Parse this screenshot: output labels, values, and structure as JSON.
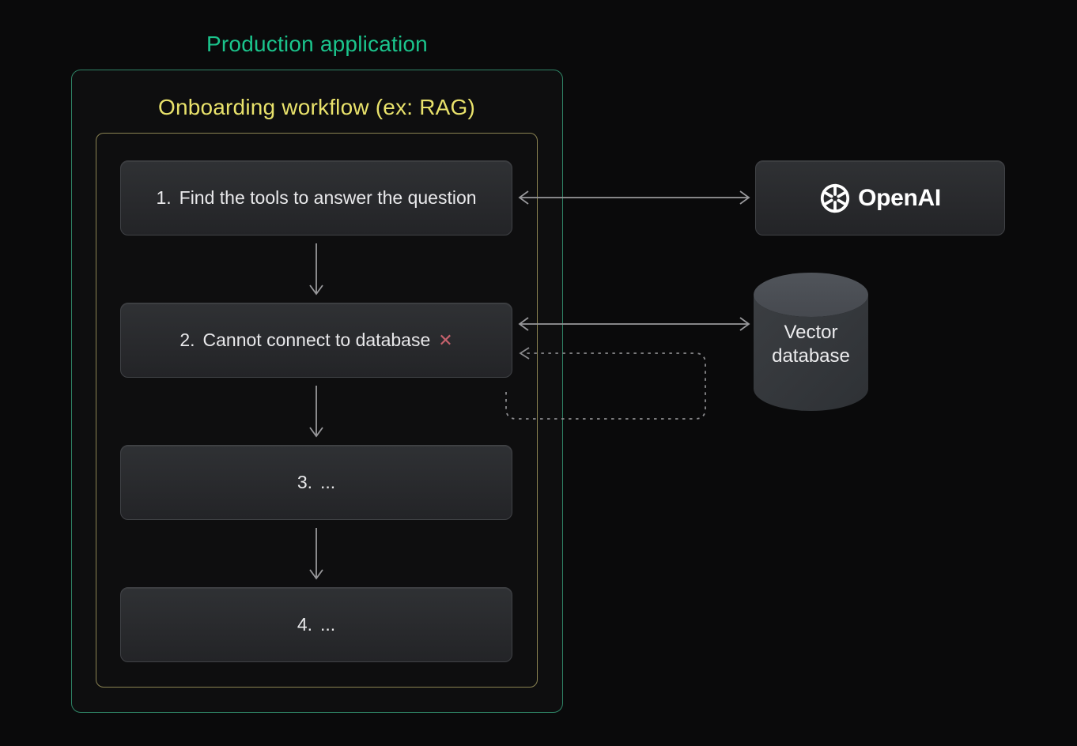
{
  "colors": {
    "background": "#0a0a0b",
    "production_green": "#1bc48c",
    "production_border": "#2f8466",
    "workflow_yellow": "#e9e26b",
    "workflow_border": "#8a8352",
    "node_background": "#2a2b2e",
    "node_text": "#e9e9eb",
    "arrow_gray": "#98989b",
    "dashed_arrow_gray": "#8a8a8d",
    "error_red": "#c6616c",
    "cylinder_body": "#34373b",
    "cylinder_top": "#4e5257",
    "logo_white": "#ffffff"
  },
  "production": {
    "title": "Production application"
  },
  "workflow": {
    "title": "Onboarding workflow (ex: RAG)"
  },
  "steps": [
    {
      "number": "1.",
      "label": "Find the tools to answer the question"
    },
    {
      "number": "2.",
      "label": "Cannot connect to database",
      "error_icon": "✕"
    },
    {
      "number": "3.",
      "label": "..."
    },
    {
      "number": "4.",
      "label": "..."
    }
  ],
  "services": {
    "openai": {
      "label": "OpenAI",
      "icon": "openai-logo"
    },
    "vector_db": {
      "line1": "Vector",
      "line2": "database"
    }
  }
}
